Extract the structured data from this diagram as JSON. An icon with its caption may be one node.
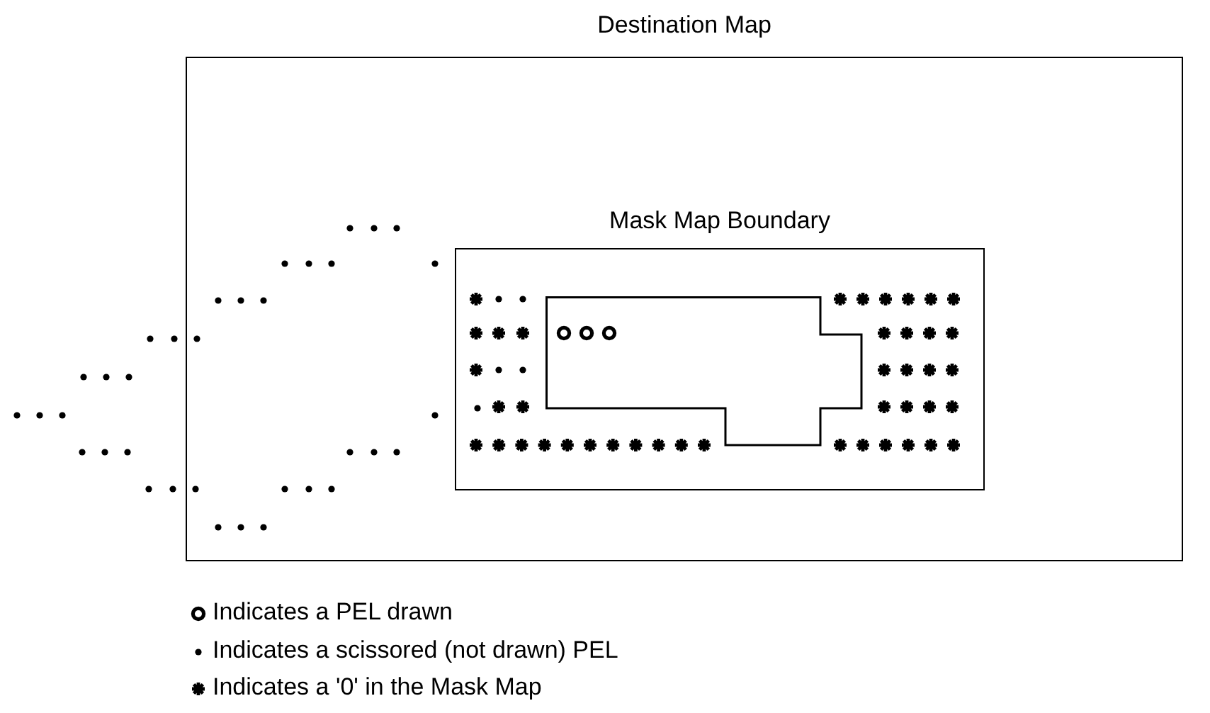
{
  "diagram": {
    "nodes": [
      {
        "text": [
          "Destination Map"
        ]
      },
      {
        "text": [
          "Mask Map Boundary"
        ],
        "in": 0
      },
      {
        "text": [],
        "shape": "box",
        "in": 1
      }
    ],
    "edges": [],
    "legend": [
      {
        "text": "Indicates a PEL drawn"
      },
      {
        "text": "Indicates a scissored (not drawn) PEL"
      },
      {
        "text": "Indicates a '0' in the Mask Map"
      }
    ]
  }
}
